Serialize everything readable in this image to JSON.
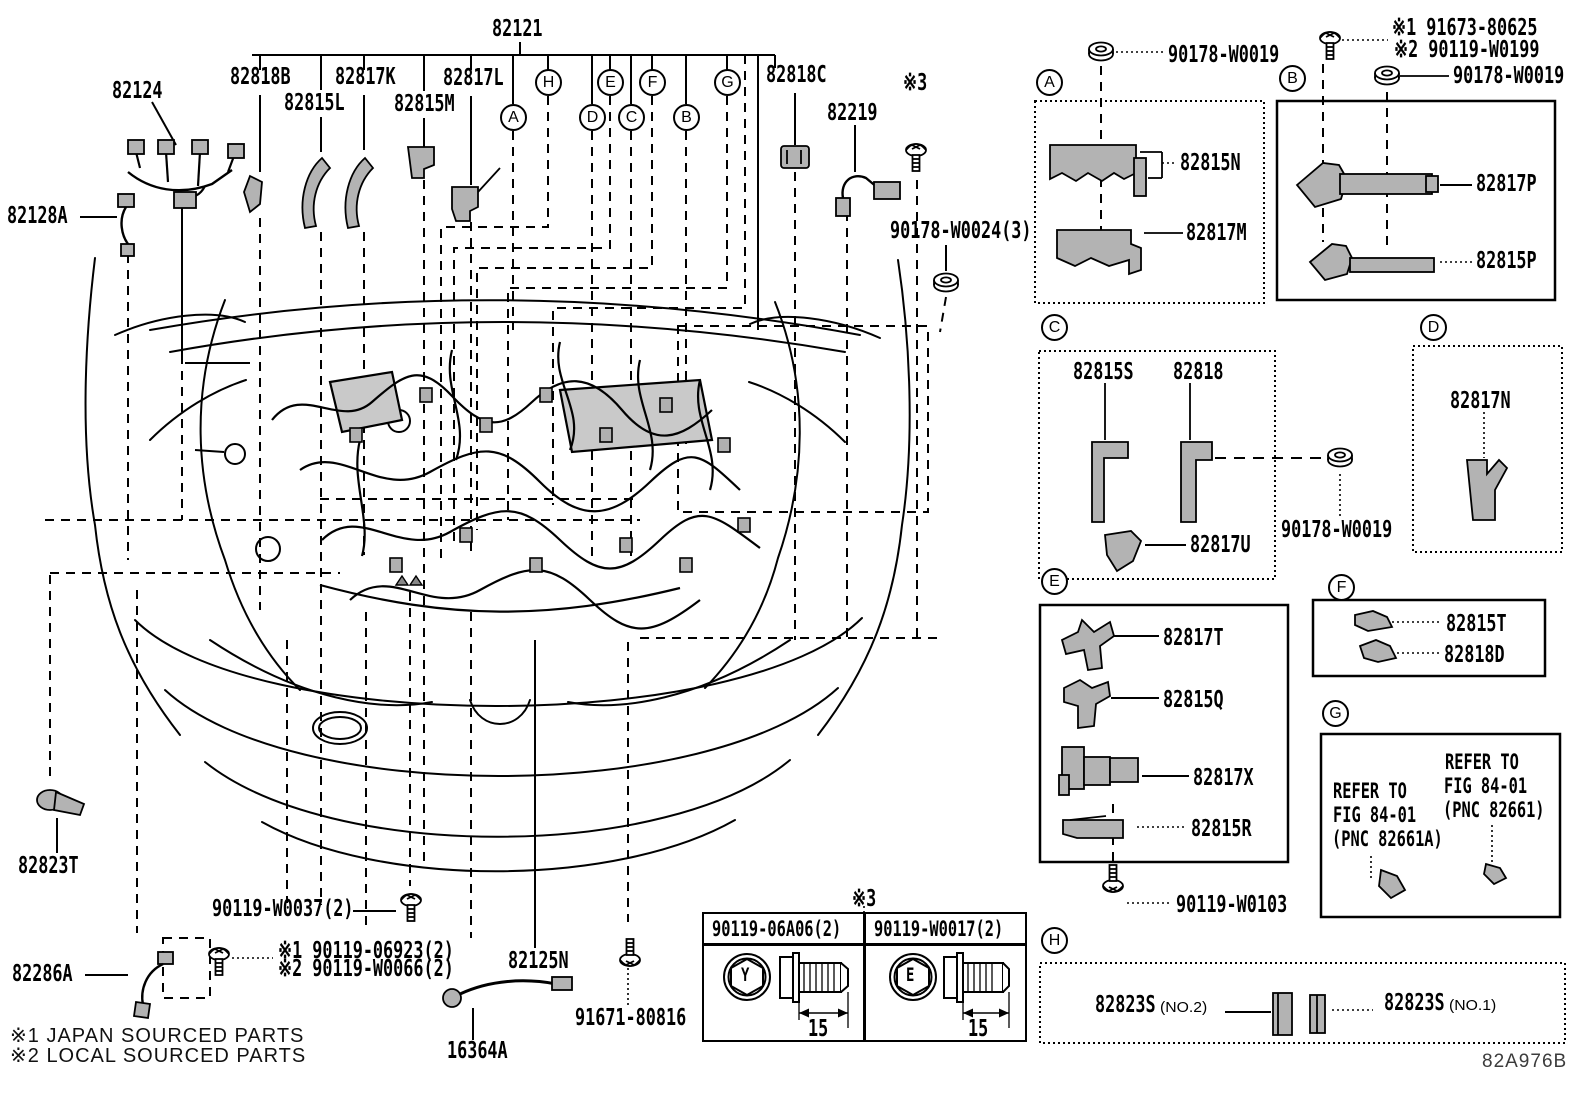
{
  "page": {
    "drawing_code": "82A976B",
    "notes": [
      "※1 JAPAN SOURCED PARTS",
      "※2 LOCAL SOURCED PARTS"
    ]
  },
  "tree": {
    "root": "82121",
    "l82818B": "82818B",
    "l82817K": "82817K",
    "l82817L": "82817L",
    "l82815L": "82815L",
    "l82815M": "82815M",
    "l82818C": "82818C",
    "l82124": "82124",
    "l82128A": "82128A",
    "l82219": "82219",
    "ref3": "※3",
    "l90178W0024": "90178-W0024(3)"
  },
  "bottom": {
    "l82823T": "82823T",
    "l82286A": "82286A",
    "l90119W0037": "90119-W0037(2)",
    "l9011906923": "※1 90119-06923(2)",
    "l90119W0066": "※2 90119-W0066(2)",
    "l82125N": "82125N",
    "l16364A": "16364A",
    "l9167180816": "91671-80816"
  },
  "callouts": {
    "A": "A",
    "B": "B",
    "C": "C",
    "D": "D",
    "E": "E",
    "F": "F",
    "G": "G",
    "H": "H"
  },
  "panelA": {
    "fastener": "90178-W0019",
    "part1": "82815N",
    "part2": "82817M"
  },
  "panelB": {
    "ref1": "※1 91673-80625",
    "ref2": "※2 90119-W0199",
    "fastener": "90178-W0019",
    "part1": "82817P",
    "part2": "82815P"
  },
  "panelC": {
    "part1": "82815S",
    "part2": "82818",
    "part3": "82817U",
    "fastener": "90178-W0019"
  },
  "panelD": {
    "part1": "82817N"
  },
  "panelE": {
    "part1": "82817T",
    "part2": "82815Q",
    "part3": "82817X",
    "part4": "82815R",
    "fastener": "90119-W0103"
  },
  "panelF": {
    "part1": "82815T",
    "part2": "82818D"
  },
  "panelG": {
    "left": {
      "l1": "REFER TO",
      "l2": "FIG 84-01",
      "l3": "(PNC 82661A)"
    },
    "right": {
      "l1": "REFER TO",
      "l2": "FIG 84-01",
      "l3": "(PNC 82661)"
    }
  },
  "panelH": {
    "part1": "82823S",
    "suffix1": "(NO.2)",
    "part2": "82823S",
    "suffix2": "(NO.1)"
  },
  "table": {
    "ref": "※3",
    "col1": {
      "part": "90119-06A06(2)",
      "head": "Y",
      "len": "15"
    },
    "col2": {
      "part": "90119-W0017(2)",
      "head": "E",
      "len": "15"
    }
  }
}
